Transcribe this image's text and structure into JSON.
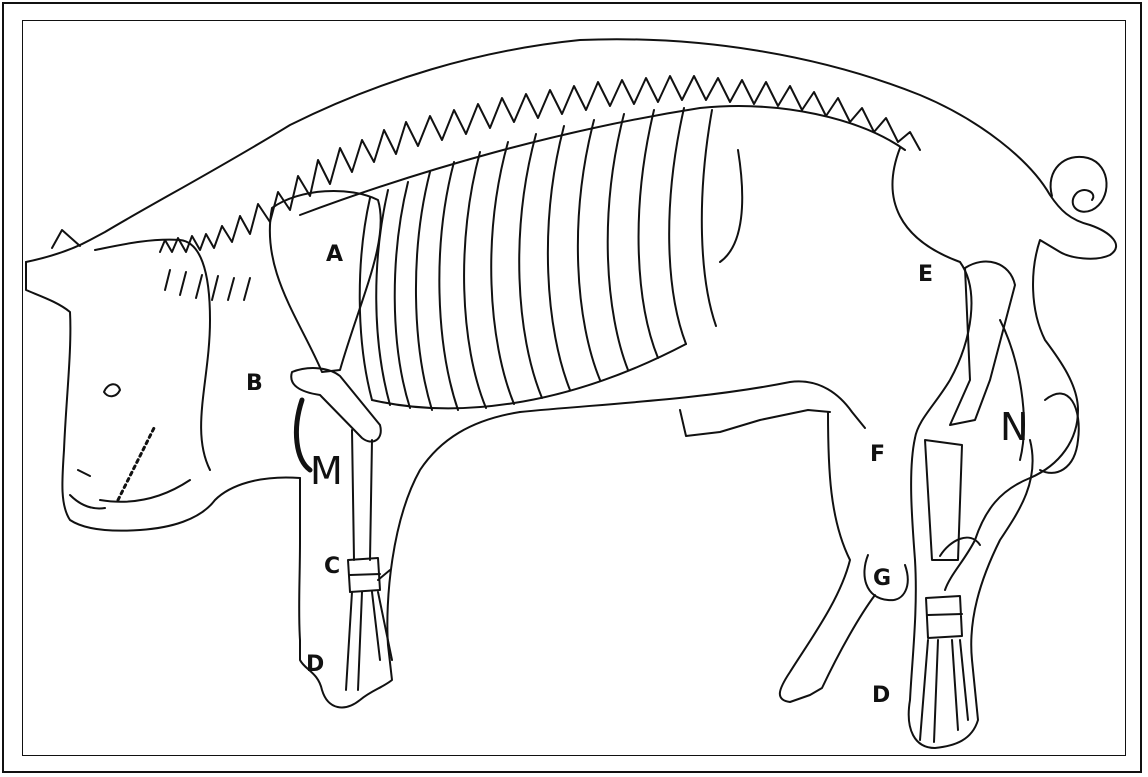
{
  "figure": {
    "labels": {
      "A": "A",
      "B": "B",
      "C": "C",
      "D_front": "D",
      "D_hind": "D",
      "E": "E",
      "F": "F",
      "G": "G",
      "M": "M",
      "N": "N"
    }
  }
}
